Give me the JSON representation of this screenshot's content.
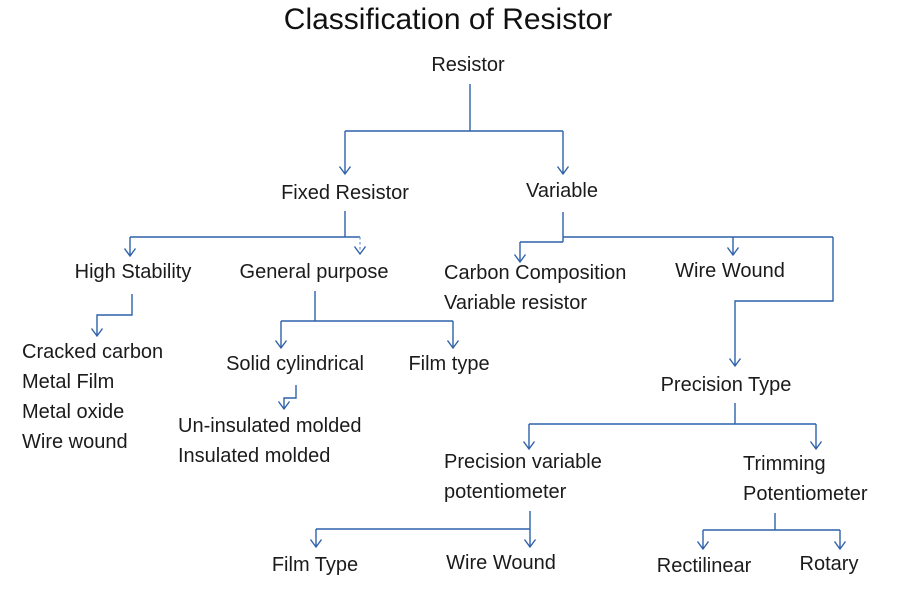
{
  "title": "Classification of Resistor",
  "colors": {
    "connector_blue": "#2f62aa",
    "connector_light_blue": "#7ba3d8",
    "text": "#1b1b1b"
  },
  "nodes": {
    "resistor": {
      "label": "Resistor"
    },
    "fixed_resistor": {
      "label": "Fixed Resistor"
    },
    "variable": {
      "label": "Variable"
    },
    "high_stability": {
      "label": "High Stability"
    },
    "general_purpose": {
      "label": "General purpose"
    },
    "carbon_composition": {
      "lines": [
        "Carbon Composition",
        "Variable resistor"
      ]
    },
    "wire_wound_variable": {
      "label": "Wire Wound"
    },
    "high_stability_types": {
      "lines": [
        "Cracked carbon",
        "Metal Film",
        "Metal oxide",
        "Wire wound"
      ]
    },
    "solid_cylindrical": {
      "label": "Solid cylindrical"
    },
    "film_type_general": {
      "label": "Film type"
    },
    "solid_cylindrical_types": {
      "lines": [
        "Un-insulated molded",
        "Insulated molded"
      ]
    },
    "precision_type": {
      "label": "Precision Type"
    },
    "precision_variable_potentiometer": {
      "lines": [
        "Precision variable",
        "potentiometer"
      ]
    },
    "trimming_potentiometer": {
      "lines": [
        "Trimming",
        "Potentiometer"
      ]
    },
    "film_type_precision": {
      "label": "Film Type"
    },
    "wire_wound_precision": {
      "label": "Wire Wound"
    },
    "rectilinear": {
      "label": "Rectilinear"
    },
    "rotary": {
      "label": "Rotary"
    }
  }
}
